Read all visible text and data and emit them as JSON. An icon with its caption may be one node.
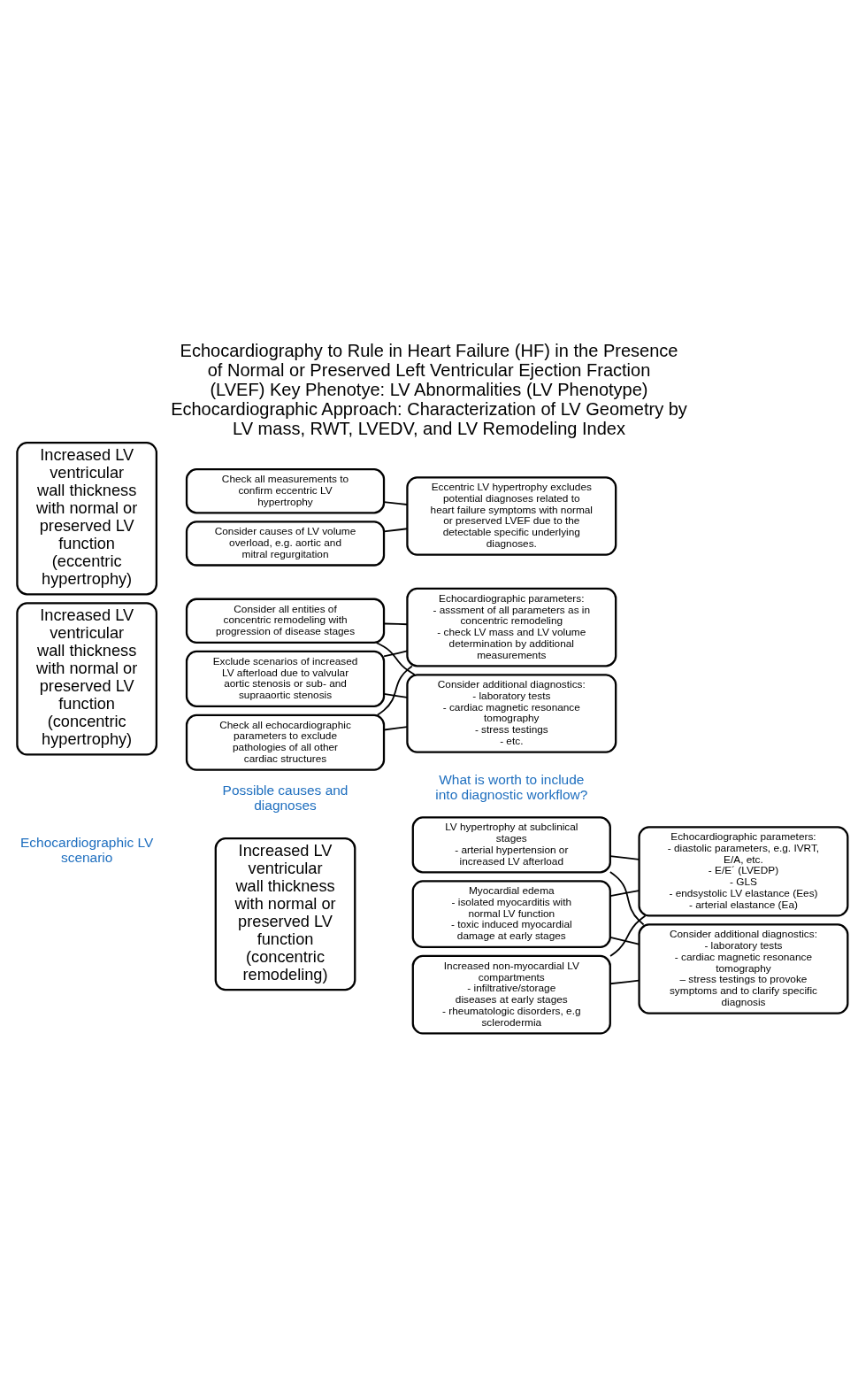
{
  "diagram": {
    "title": "Echocardiography to Rule in Heart Failure (HF) in the Presence of Normal or Preserved Left Ventricular Ejection Fraction (LVEF) Key Phenotye: LV Abnormalities (LV Phenotype) Echocardiographic Approach: Characterization of LV Geometry by LV mass, RWT, LVEDV, and LV Remodeling Index",
    "nodes": [
      {
        "text": [
          "Increased LV ventricular wall thickness with normal or preserved LV function (concentric remodeling)"
        ]
      },
      {
        "text": [
          "LV hypertrophy at subclinical stages",
          "- arterial hypertension or increased LV afterload"
        ]
      },
      {
        "text": [
          "Myocardial edema",
          "- isolated myocarditis with normal LV function",
          "- toxic induced myocardial damage at early stages"
        ]
      },
      {
        "text": [
          "Increased non-myocardial LV compartments",
          "- infiltrative/storage diseases at early stages",
          "- rheumatologic disorders, e.g sclerodermia"
        ]
      },
      {
        "text": [
          "Echocardiographic parameters:",
          "- diastolic parameters, e.g. IVRT, E/A, etc.",
          "- E/E´ (LVEDP)",
          "- GLS",
          "- endsystolic LV elastance (Ees)",
          "- arterial elastance (Ea)"
        ]
      },
      {
        "text": [
          "Consider additional diagnostics:",
          "- laboratory tests",
          "- cardiac magnetic resonance tomography",
          "– stress testings to provoke symptoms and to clarify specific diagnosis"
        ]
      },
      {
        "text": [
          "Increased LV ventricular wall thickness with normal or preserved LV function (concentric hypertrophy)"
        ]
      },
      {
        "text": [
          "Consider all entities of concentric remodeling with progression of disease stages"
        ]
      },
      {
        "text": [
          "Exclude scenarios of increased LV afterload due to valvular aortic stenosis or sub- and supraaortic stenosis"
        ]
      },
      {
        "text": [
          "Check all echocardiographic parameters to exclude pathologies of all other cardiac structures"
        ]
      },
      {
        "text": [
          "Echocardiographic parameters:",
          "- asssment of all parameters as in concentric remodeling",
          "- check LV mass and LV volume determination by additional measurements"
        ]
      },
      {
        "text": [
          "Consider additional diagnostics:",
          "- laboratory tests",
          "- cardiac magnetic resonance tomography",
          "- stress testings",
          "- etc."
        ]
      },
      {
        "text": [
          "Increased LV ventricular wall thickness with normal or preserved LV function (eccentric hypertrophy)"
        ]
      },
      {
        "text": [
          "Check all measurements to confirm eccentric LV hypertrophy"
        ]
      },
      {
        "text": [
          "Consider causes of LV volume overload, e.g. aortic and mitral regurgitation"
        ]
      },
      {
        "text": [
          "Eccentric LV hypertrophy excludes potential diagnoses related to heart failure symptoms with normal or preserved LVEF due to the detectable specific underlying diagnoses."
        ]
      }
    ],
    "edges": [
      {
        "from": 1,
        "to": 4,
        "arrow": "none"
      },
      {
        "from": 1,
        "to": 5,
        "arrow": "none"
      },
      {
        "from": 2,
        "to": 4,
        "arrow": "none"
      },
      {
        "from": 2,
        "to": 5,
        "arrow": "none"
      },
      {
        "from": 3,
        "to": 4,
        "arrow": "none"
      },
      {
        "from": 3,
        "to": 5,
        "arrow": "none"
      },
      {
        "from": 7,
        "to": 10,
        "arrow": "none"
      },
      {
        "from": 7,
        "to": 11,
        "arrow": "none"
      },
      {
        "from": 8,
        "to": 10,
        "arrow": "none"
      },
      {
        "from": 8,
        "to": 11,
        "arrow": "none"
      },
      {
        "from": 9,
        "to": 10,
        "arrow": "none"
      },
      {
        "from": 9,
        "to": 11,
        "arrow": "none"
      },
      {
        "from": 13,
        "to": 15,
        "arrow": "none"
      },
      {
        "from": 14,
        "to": 15,
        "arrow": "none"
      }
    ],
    "labels": [
      "Echocardiographic LV scenario",
      "Possible causes and diagnoses",
      "What is worth to include into diagnostic workflow?"
    ]
  }
}
